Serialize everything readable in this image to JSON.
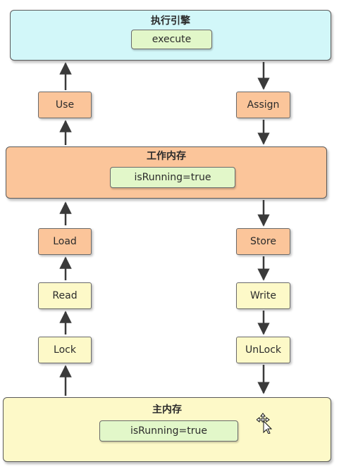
{
  "execution_engine": {
    "title": "执行引擎",
    "variable": "execute"
  },
  "working_memory": {
    "title": "工作内存",
    "variable": "isRunning=true"
  },
  "main_memory": {
    "title": "主内存",
    "variable": "isRunning=true"
  },
  "left_flow": {
    "use": "Use",
    "load": "Load",
    "read": "Read",
    "lock": "Lock"
  },
  "right_flow": {
    "assign": "Assign",
    "store": "Store",
    "write": "Write",
    "unlock": "UnLock"
  },
  "colors": {
    "engine_fill": "#d2f7f9",
    "working_fill": "#fbc59a",
    "main_fill": "#fdf9c8",
    "variable_fill": "#e2f7c9",
    "arrow": "#3a3a3a"
  },
  "icons": {
    "cursor": "move-cursor-icon"
  }
}
